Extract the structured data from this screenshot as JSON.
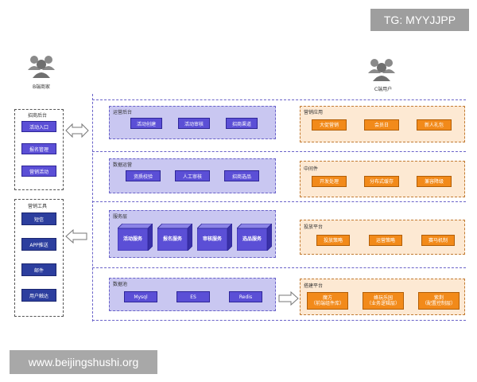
{
  "watermarks": {
    "top_right": "TG: MYYJJPP",
    "bottom_left": "www.beijingshushi.org"
  },
  "users": {
    "b_user": "B端商家",
    "c_user": "C端用户",
    "icon": "users-icon"
  },
  "left_panel": {
    "recruit": {
      "title": "招商后台",
      "items": [
        "活动入口",
        "报名管理",
        "营销活动"
      ]
    },
    "marketing_tools": {
      "title": "营销工具",
      "items": [
        "短信",
        "APP推送",
        "邮件",
        "用户触达"
      ]
    }
  },
  "layers": {
    "ops": {
      "title": "运营后台",
      "items": [
        "活动创建",
        "活动审核",
        "招商渠道"
      ]
    },
    "data_ops": {
      "title": "数据运营",
      "items": [
        "资质校验",
        "人工审核",
        "招商选品"
      ]
    },
    "service": {
      "title": "服务层",
      "items": [
        "活动服务",
        "报名服务",
        "审核服务",
        "选品服务"
      ]
    },
    "data_pool": {
      "title": "数据池",
      "items": [
        "Mysql",
        "ES",
        "Redis"
      ]
    }
  },
  "right_layers": {
    "marketing_apps": {
      "title": "营销应用",
      "items": [
        "大促营销",
        "会员日",
        "新人礼包"
      ]
    },
    "middleware": {
      "title": "中间件",
      "items": [
        "开发处理",
        "分布式缓存",
        "兼容降级"
      ]
    },
    "delivery": {
      "title": "投放平台",
      "items": [
        "投放策略",
        "运营策略",
        "赛马机制"
      ]
    },
    "build": {
      "title": "搭建平台",
      "items": [
        {
          "line1": "魔方",
          "line2": "（前端组件库）"
        },
        {
          "line1": "蜂玩乐园",
          "line2": "（业务逻辑层）"
        },
        {
          "line1": "紫荆",
          "line2": "（配置控制层）"
        }
      ]
    }
  },
  "colors": {
    "blue_node": "#5b4fd6",
    "navy_node": "#2c3e9e",
    "blue_layer": "#c9c7f1",
    "orange_node": "#f28a1a",
    "orange_layer": "#fde9d3"
  }
}
